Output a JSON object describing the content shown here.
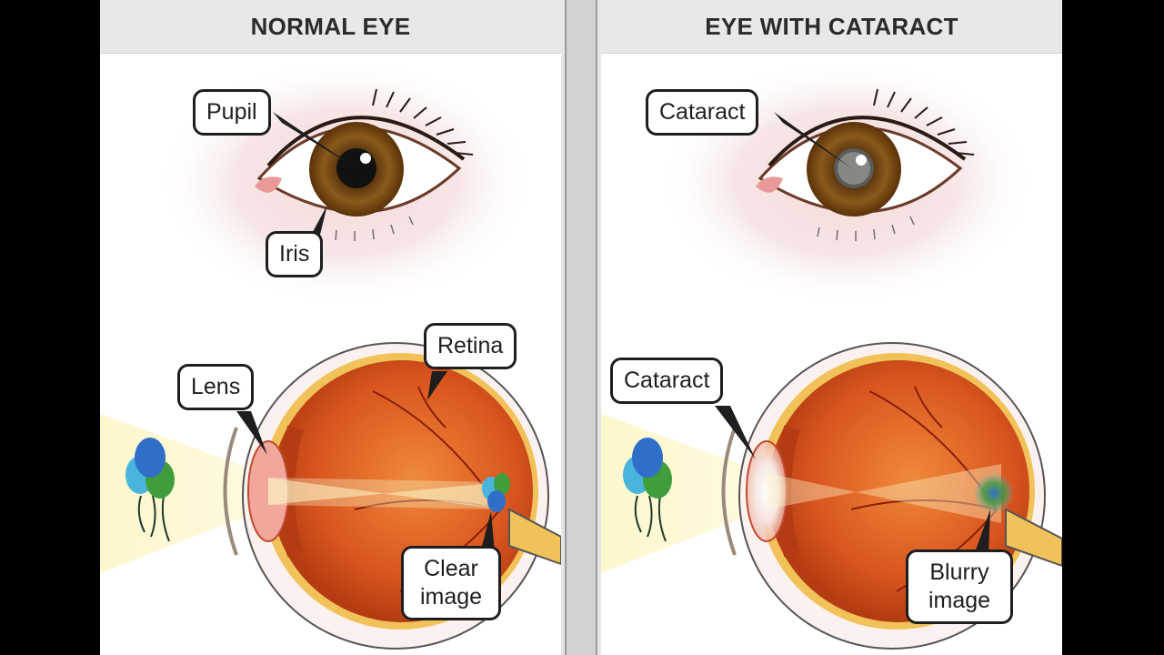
{
  "left": {
    "title": "NORMAL EYE",
    "labels": {
      "pupil": "Pupil",
      "iris": "Iris",
      "lens": "Lens",
      "retina": "Retina",
      "result": "Clear image"
    }
  },
  "right": {
    "title": "EYE WITH CATARACT",
    "labels": {
      "cataract_front": "Cataract",
      "cataract_side": "Cataract",
      "result": "Blurry image"
    }
  },
  "colors": {
    "iris": "#7a4a12",
    "pupil": "#111111",
    "eyeball": "#d9541f",
    "light_beam": "#fdf6c8",
    "balloon_blue": "#2f6fc8",
    "balloon_cyan": "#49b4dc",
    "balloon_green": "#3f9d3c"
  }
}
